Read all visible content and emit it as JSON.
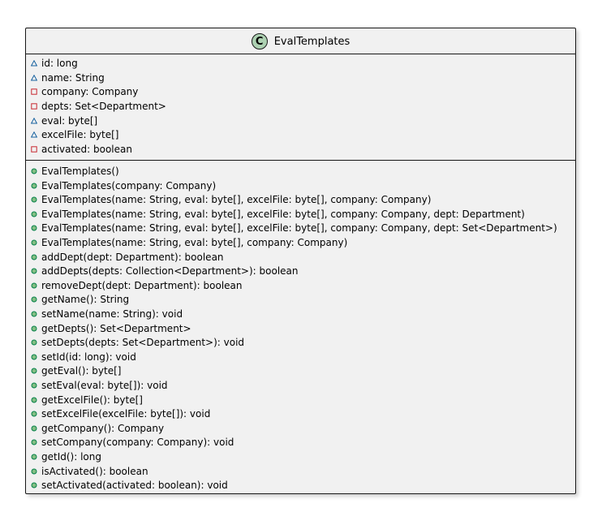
{
  "diagram": {
    "stereotype_letter": "C",
    "class_name": "EvalTemplates",
    "colors": {
      "box_fill": "#f1f1f1",
      "border": "#181818",
      "stereotype_fill": "#add1b2",
      "public_fill": "#84be84",
      "public_stroke": "#038048",
      "package_stroke": "#1963a0",
      "private_stroke": "#c82930"
    },
    "fields": [
      {
        "visibility": "package",
        "icon": "package-visibility-icon",
        "text": "id: long"
      },
      {
        "visibility": "package",
        "icon": "package-visibility-icon",
        "text": "name: String"
      },
      {
        "visibility": "private",
        "icon": "private-visibility-icon",
        "text": "company: Company"
      },
      {
        "visibility": "private",
        "icon": "private-visibility-icon",
        "text": "depts: Set<Department>"
      },
      {
        "visibility": "package",
        "icon": "package-visibility-icon",
        "text": "eval: byte[]"
      },
      {
        "visibility": "package",
        "icon": "package-visibility-icon",
        "text": "excelFile: byte[]"
      },
      {
        "visibility": "private",
        "icon": "private-visibility-icon",
        "text": "activated: boolean"
      }
    ],
    "methods": [
      {
        "visibility": "public",
        "icon": "public-visibility-icon",
        "text": "EvalTemplates()"
      },
      {
        "visibility": "public",
        "icon": "public-visibility-icon",
        "text": "EvalTemplates(company: Company)"
      },
      {
        "visibility": "public",
        "icon": "public-visibility-icon",
        "text": "EvalTemplates(name: String, eval: byte[], excelFile: byte[], company: Company)"
      },
      {
        "visibility": "public",
        "icon": "public-visibility-icon",
        "text": "EvalTemplates(name: String, eval: byte[], excelFile: byte[], company: Company, dept: Department)"
      },
      {
        "visibility": "public",
        "icon": "public-visibility-icon",
        "text": "EvalTemplates(name: String, eval: byte[], excelFile: byte[], company: Company, dept: Set<Department>)"
      },
      {
        "visibility": "public",
        "icon": "public-visibility-icon",
        "text": "EvalTemplates(name: String, eval: byte[], company: Company)"
      },
      {
        "visibility": "public",
        "icon": "public-visibility-icon",
        "text": "addDept(dept: Department): boolean"
      },
      {
        "visibility": "public",
        "icon": "public-visibility-icon",
        "text": "addDepts(depts: Collection<Department>): boolean"
      },
      {
        "visibility": "public",
        "icon": "public-visibility-icon",
        "text": "removeDept(dept: Department): boolean"
      },
      {
        "visibility": "public",
        "icon": "public-visibility-icon",
        "text": "getName(): String"
      },
      {
        "visibility": "public",
        "icon": "public-visibility-icon",
        "text": "setName(name: String): void"
      },
      {
        "visibility": "public",
        "icon": "public-visibility-icon",
        "text": "getDepts(): Set<Department>"
      },
      {
        "visibility": "public",
        "icon": "public-visibility-icon",
        "text": "setDepts(depts: Set<Department>): void"
      },
      {
        "visibility": "public",
        "icon": "public-visibility-icon",
        "text": "setId(id: long): void"
      },
      {
        "visibility": "public",
        "icon": "public-visibility-icon",
        "text": "getEval(): byte[]"
      },
      {
        "visibility": "public",
        "icon": "public-visibility-icon",
        "text": "setEval(eval: byte[]): void"
      },
      {
        "visibility": "public",
        "icon": "public-visibility-icon",
        "text": "getExcelFile(): byte[]"
      },
      {
        "visibility": "public",
        "icon": "public-visibility-icon",
        "text": "setExcelFile(excelFile: byte[]): void"
      },
      {
        "visibility": "public",
        "icon": "public-visibility-icon",
        "text": "getCompany(): Company"
      },
      {
        "visibility": "public",
        "icon": "public-visibility-icon",
        "text": "setCompany(company: Company): void"
      },
      {
        "visibility": "public",
        "icon": "public-visibility-icon",
        "text": "getId(): long"
      },
      {
        "visibility": "public",
        "icon": "public-visibility-icon",
        "text": "isActivated(): boolean"
      },
      {
        "visibility": "public",
        "icon": "public-visibility-icon",
        "text": "setActivated(activated: boolean): void"
      }
    ]
  }
}
